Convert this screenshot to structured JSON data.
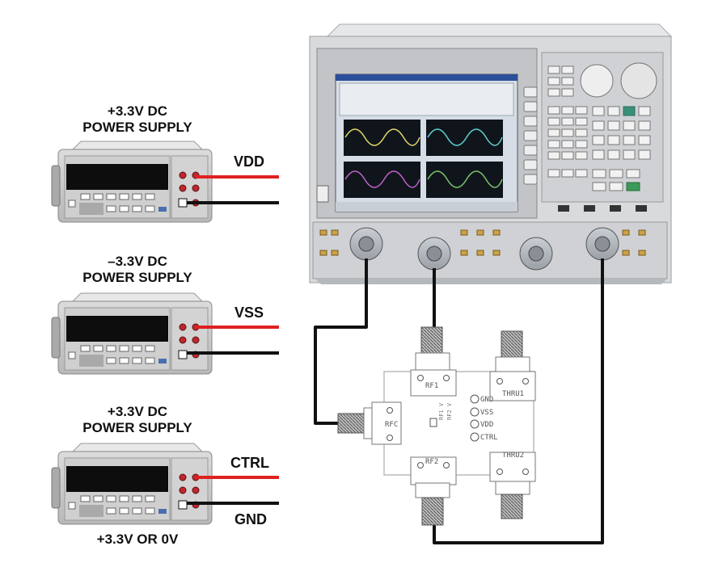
{
  "supplies": [
    {
      "title_line1": "+3.3V DC",
      "title_line2": "POWER SUPPLY",
      "wire_label": "VDD"
    },
    {
      "title_line1": "–3.3V DC",
      "title_line2": "POWER SUPPLY",
      "wire_label": "VSS"
    },
    {
      "title_line1": "+3.3V DC",
      "title_line2": "POWER SUPPLY",
      "wire_label": "CTRL",
      "ground_label": "GND",
      "footer": "+3.3V OR 0V"
    }
  ],
  "board": {
    "ports": [
      "RF1",
      "RFC",
      "RF2",
      "THRU1",
      "THRU2"
    ],
    "pins": [
      "GND",
      "VSS",
      "VDD",
      "CTRL"
    ]
  },
  "colors": {
    "positive_wire": "#e02020",
    "negative_wire": "#111111",
    "analyzer_body": "#d9dadc"
  }
}
